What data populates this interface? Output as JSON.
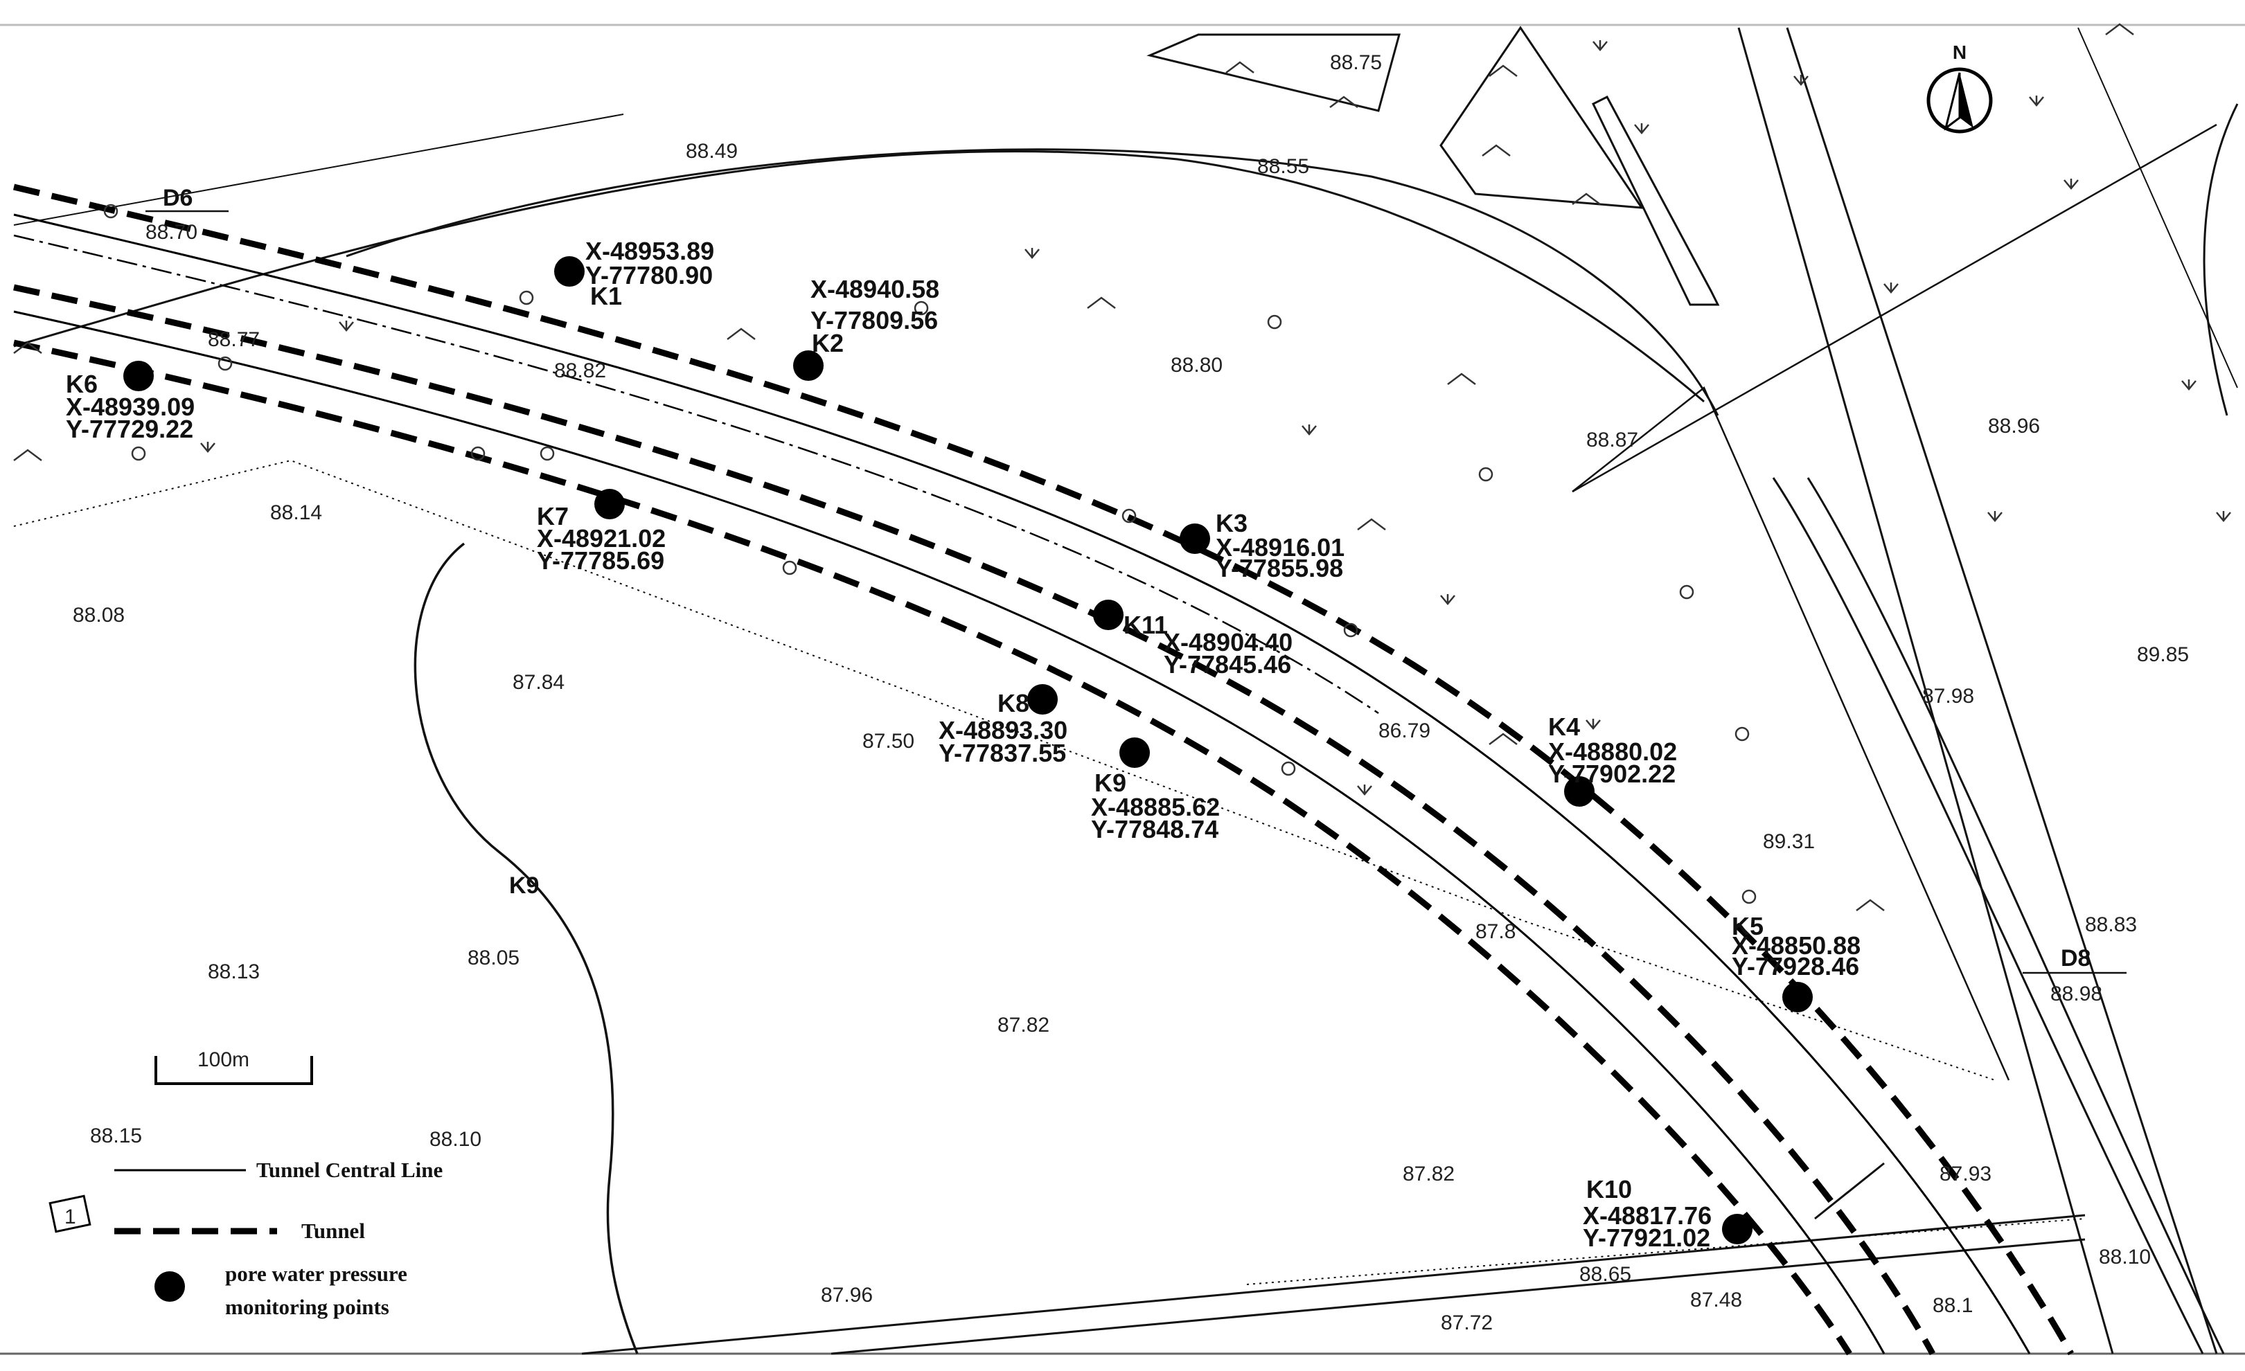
{
  "north": {
    "label": "N"
  },
  "sections": [
    {
      "id": "D6",
      "elev": "88.70"
    },
    {
      "id": "D8",
      "elev": "88.98"
    }
  ],
  "points": [
    {
      "id": "K1",
      "x": "X-48953.89",
      "y": "Y-77780.90"
    },
    {
      "id": "K2",
      "x": "X-48940.58",
      "y": "Y-77809.56"
    },
    {
      "id": "K3",
      "x": "X-48916.01",
      "y": "Y-77855.98"
    },
    {
      "id": "K4",
      "x": "X-48880.02",
      "y": "Y-77902.22"
    },
    {
      "id": "K5",
      "x": "X-48850.88",
      "y": "Y-77928.46"
    },
    {
      "id": "K6",
      "x": "X-48939.09",
      "y": "Y-77729.22"
    },
    {
      "id": "K7",
      "x": "X-48921.02",
      "y": "Y-77785.69"
    },
    {
      "id": "K8",
      "x": "X-48893.30",
      "y": "Y-77837.55"
    },
    {
      "id": "K9",
      "x": "X-48885.62",
      "y": "Y-77848.74"
    },
    {
      "id": "K10",
      "x": "X-48817.76",
      "y": "Y-77921.02"
    },
    {
      "id": "K11",
      "x": "X-48904.40",
      "y": "Y-77845.46"
    }
  ],
  "k9_river_label": "K9",
  "elevations": [
    "88.49",
    "88.55",
    "88.75",
    "88.77",
    "88.82",
    "88.80",
    "88.87",
    "88.96",
    "88.14",
    "88.08",
    "87.84",
    "87.50",
    "86.79",
    "87.98",
    "89.85",
    "89.31",
    "88.83",
    "87.82",
    "88.05",
    "88.13",
    "88.15",
    "88.10",
    "87.82",
    "87.93",
    "88.10",
    "88.65",
    "87.48",
    "88.1",
    "87.96",
    "87.72",
    "87.8"
  ],
  "scale": {
    "label": "100m"
  },
  "legend": {
    "central_line": "Tunnel Central Line",
    "tunnel": "Tunnel",
    "points_line1": "pore water pressure",
    "points_line2": "monitoring points",
    "box_label": "1"
  }
}
